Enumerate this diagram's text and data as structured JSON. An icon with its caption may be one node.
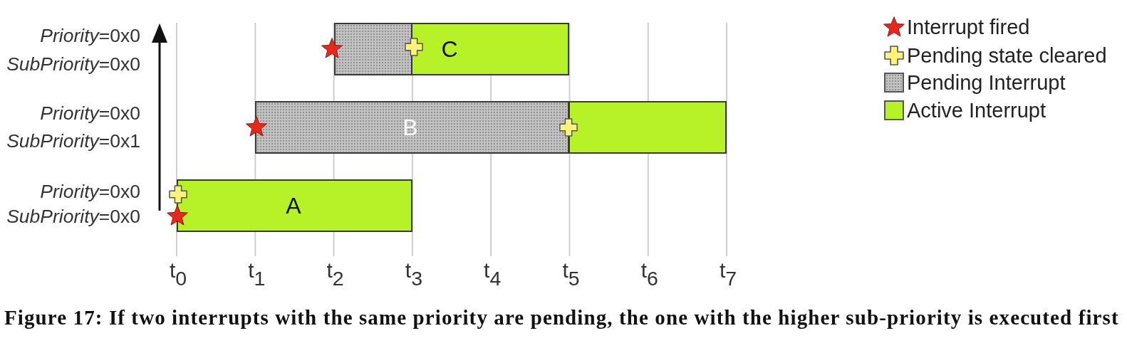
{
  "diagram": {
    "caption": "Figure 17: If two interrupts with the same priority are pending, the one with the higher sub-priority is executed first",
    "nodes": [
      {
        "text": [],
        "shape": "bar"
      },
      {
        "text": [
          "C"
        ]
      },
      {
        "text": [
          "B"
        ]
      },
      {
        "text": [],
        "shape": "bar"
      },
      {
        "text": [
          "A"
        ]
      }
    ],
    "labels": [
      "*Priority*=0x0",
      "*SubPriority*=0x0",
      "*Priority*=0x0",
      "*SubPriority*=0x1",
      "*Priority*=0x0",
      "*SubPriority*=0x0",
      "t$_{0}$",
      "t$_{1}$",
      "t$_{2}$",
      "t$_{3}$",
      "t$_{4}$",
      "t$_{5}$",
      "t$_{6}$",
      "t$_{7}$"
    ],
    "legend": [
      {
        "text": "Interrupt fired"
      },
      {
        "text": "Pending state cleared"
      },
      {
        "text": "Pending Interrupt",
        "color": "#c2c2c2"
      },
      {
        "text": "Active Interrupt",
        "color": "#b6f227"
      }
    ]
  }
}
